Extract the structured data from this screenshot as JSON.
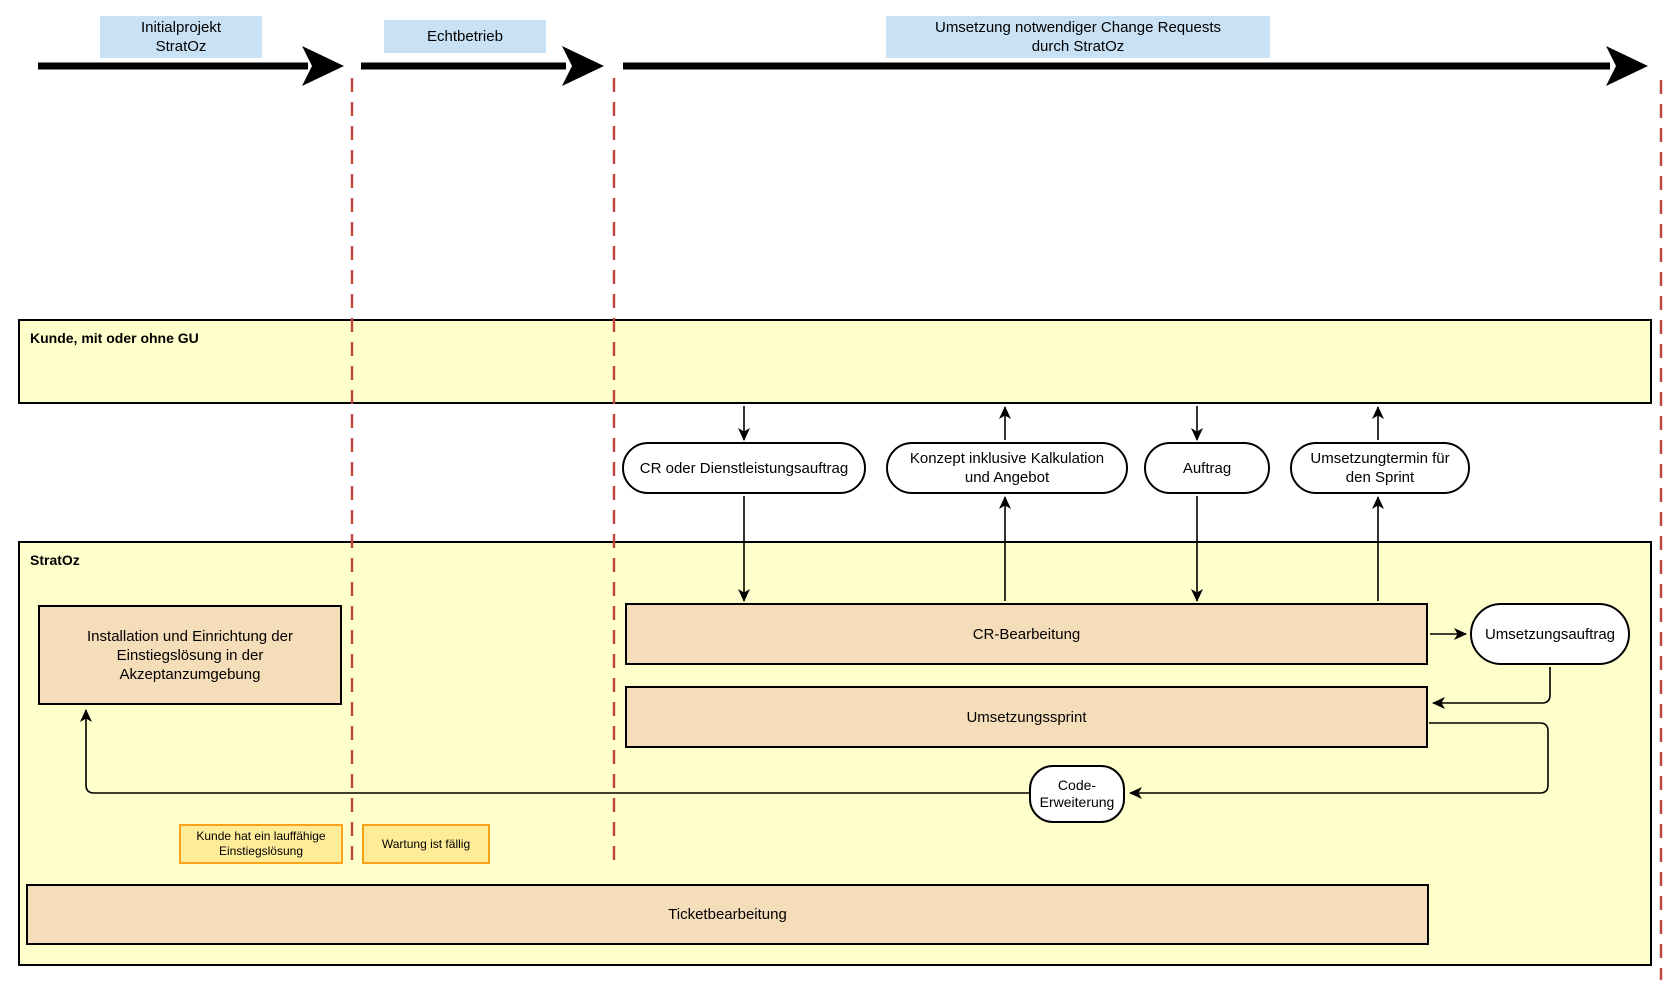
{
  "colors": {
    "lane_fill": "#FFFFCC",
    "task_fill": "#F6DDBA",
    "stadium_fill": "#FFFFFF",
    "event_fill": "#FFEC99",
    "event_border": "#FAA21B",
    "phase_fill": "#C8E1F4",
    "divider_red": "#C0443C",
    "line": "#000000"
  },
  "timeline": {
    "phases": [
      {
        "label": "Initialprojekt\nStratOz"
      },
      {
        "label": "Echtbetrieb"
      },
      {
        "label": "Umsetzung notwendiger Change Requests\ndurch StratOz"
      }
    ]
  },
  "lanes": {
    "customer": {
      "label": "Kunde, mit oder ohne GU"
    },
    "stratoz": {
      "label": "StratOz"
    }
  },
  "nodes": {
    "installation": {
      "label": "Installation und Einrichtung der\nEinstiegslösung in der\nAkzeptanzumgebung"
    },
    "cr_auftrag": {
      "label": "CR oder Dienstleistungsauftrag"
    },
    "konzept": {
      "label": "Konzept inklusive Kalkulation\nund Angebot"
    },
    "auftrag": {
      "label": "Auftrag"
    },
    "umsetzungstermin": {
      "label": "Umsetzungtermin für\nden Sprint"
    },
    "cr_bearbeitung": {
      "label": "CR-Bearbeitung"
    },
    "umsetzungsauftrag": {
      "label": "Umsetzungsauftrag"
    },
    "umsetzungssprint": {
      "label": "Umsetzungssprint"
    },
    "code_erweiterung": {
      "label": "Code-\nErweiterung"
    },
    "kunde_einstieg": {
      "label": "Kunde hat ein lauffähige\nEinstiegslösung"
    },
    "wartung": {
      "label": "Wartung ist fällig"
    },
    "ticketbearbeitung": {
      "label": "Ticketbearbeitung"
    }
  }
}
